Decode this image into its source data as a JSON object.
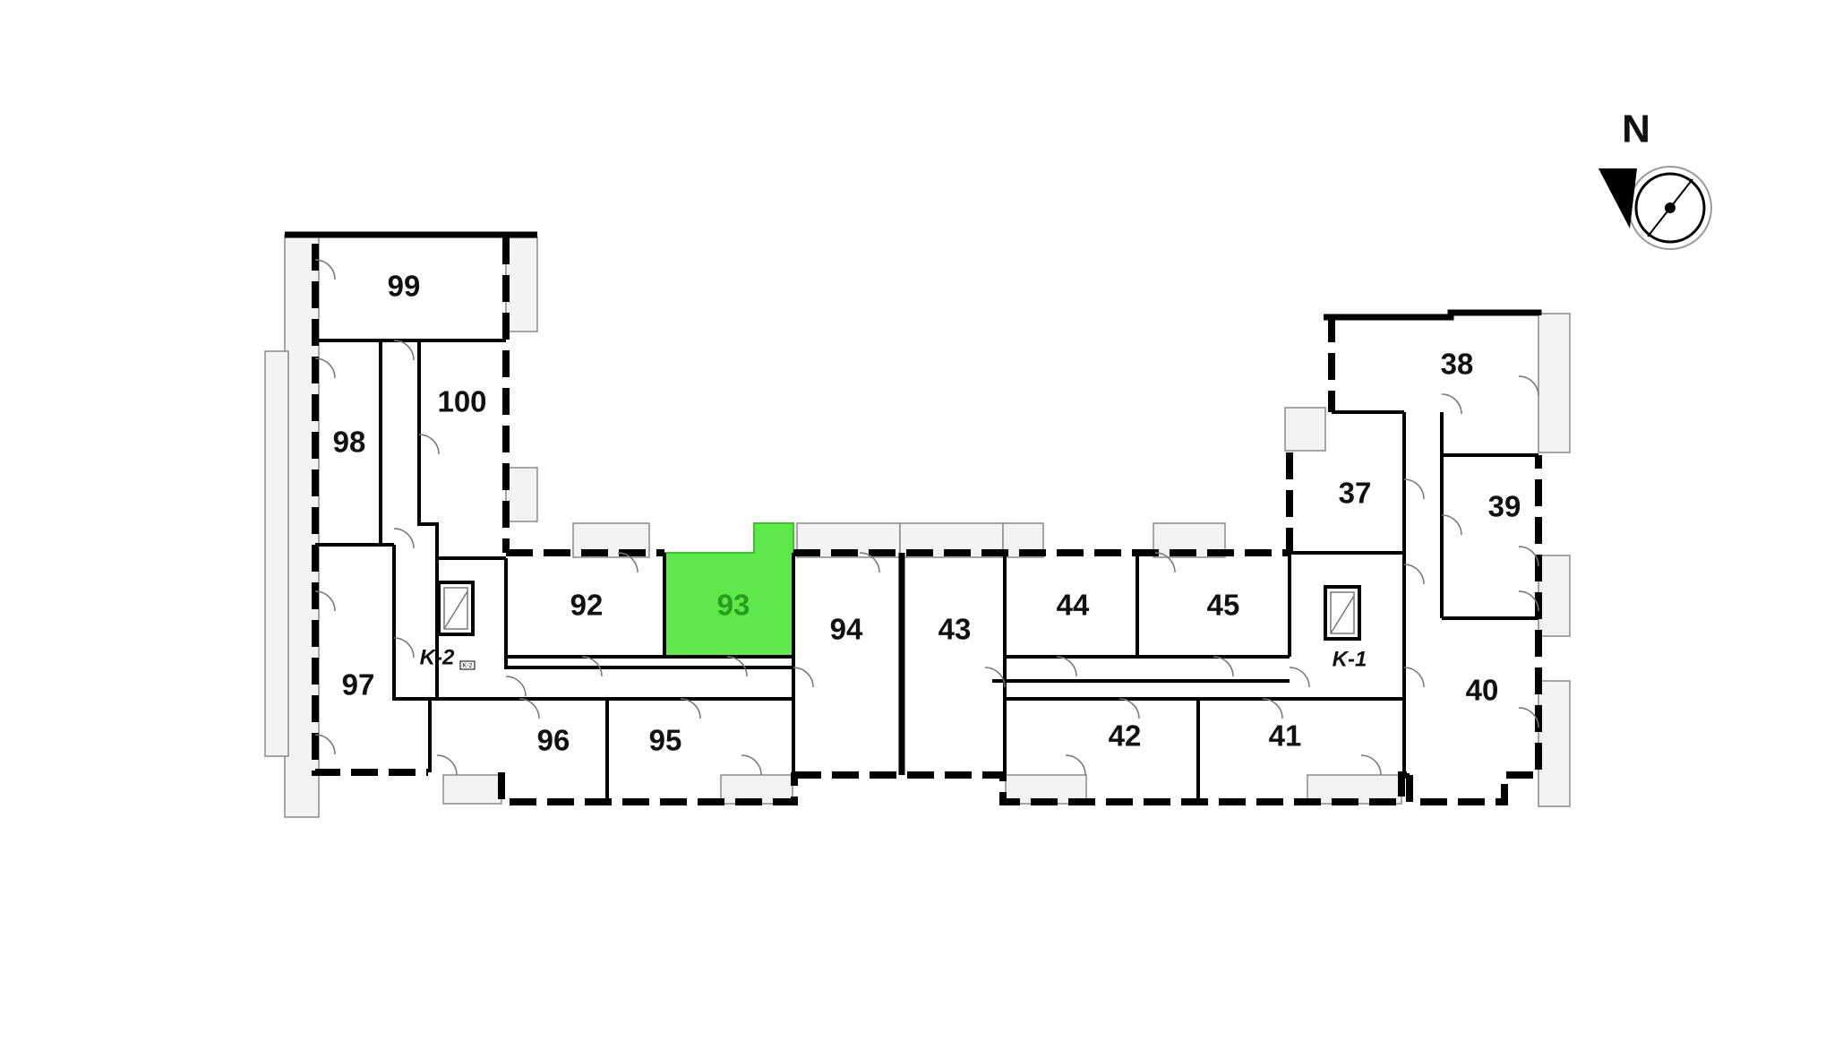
{
  "north_label": "N",
  "selected_color": "#5ee84a",
  "selected_label_color": "#2a9d1f",
  "units": [
    {
      "id": "99",
      "label": "99",
      "selected": false
    },
    {
      "id": "98",
      "label": "98",
      "selected": false
    },
    {
      "id": "100",
      "label": "100",
      "selected": false
    },
    {
      "id": "97",
      "label": "97",
      "selected": false
    },
    {
      "id": "96",
      "label": "96",
      "selected": false
    },
    {
      "id": "95",
      "label": "95",
      "selected": false
    },
    {
      "id": "92",
      "label": "92",
      "selected": false
    },
    {
      "id": "93",
      "label": "93",
      "selected": true
    },
    {
      "id": "94",
      "label": "94",
      "selected": false
    },
    {
      "id": "43",
      "label": "43",
      "selected": false
    },
    {
      "id": "44",
      "label": "44",
      "selected": false
    },
    {
      "id": "45",
      "label": "45",
      "selected": false
    },
    {
      "id": "42",
      "label": "42",
      "selected": false
    },
    {
      "id": "41",
      "label": "41",
      "selected": false
    },
    {
      "id": "37",
      "label": "37",
      "selected": false
    },
    {
      "id": "38",
      "label": "38",
      "selected": false
    },
    {
      "id": "39",
      "label": "39",
      "selected": false
    },
    {
      "id": "40",
      "label": "40",
      "selected": false
    }
  ],
  "stairwells": [
    {
      "id": "K-2",
      "label": "K-2",
      "tag": "K-2"
    },
    {
      "id": "K-1",
      "label": "K-1"
    }
  ]
}
